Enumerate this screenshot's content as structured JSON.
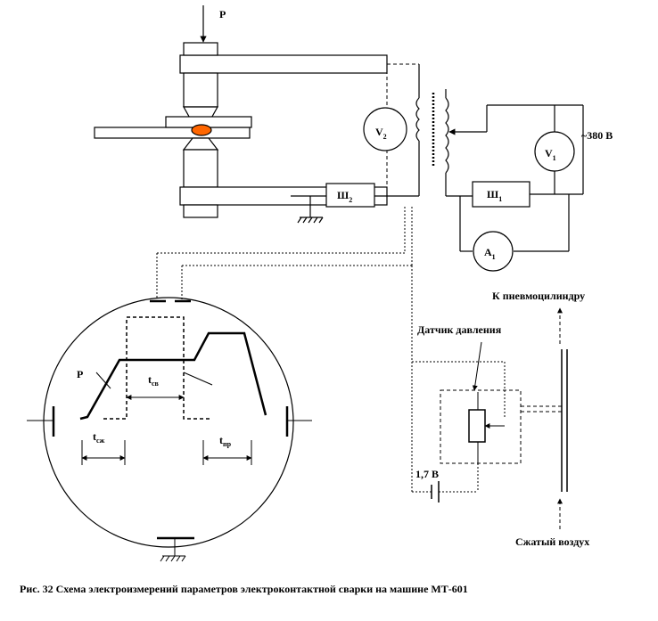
{
  "labels": {
    "force_top": "P",
    "v2_main": "V",
    "v2_sub": "2",
    "v1_main": "V",
    "v1_sub": "1",
    "supply": "~380 В",
    "sh2_main": "Ш",
    "sh2_sub": "2",
    "sh1_main": "Ш",
    "sh1_sub": "1",
    "a1_main": "A",
    "a1_sub": "1",
    "to_cylinder": "К пневмоцилиндру",
    "pressure_sensor": "Датчик давления",
    "battery": "1,7 В",
    "compressed_air": "Сжатый воздух",
    "wave_p": "P",
    "t_sv_main": "t",
    "t_sv_sub": "св",
    "t_sj_main": "t",
    "t_sj_sub": "сж",
    "t_pr_main": "t",
    "t_pr_sub": "пр"
  },
  "caption": "Рис. 32  Схема электроизмерений параметров электроконтактной сварки на машине МТ-601",
  "colors": {
    "line": "#000000",
    "weld_spot": "#ff6600",
    "background": "#ffffff"
  }
}
